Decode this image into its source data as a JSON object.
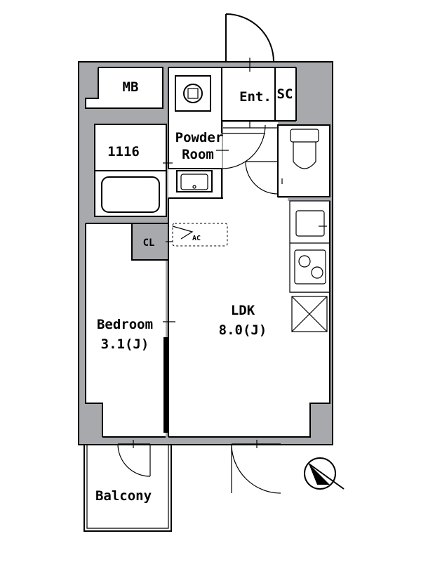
{
  "rooms": {
    "mb": "MB",
    "entrance": "Ent.",
    "sc": "SC",
    "powder_line1": "Powder",
    "powder_line2": "Room",
    "bath": "1116",
    "closet": "CL",
    "ac": "AC",
    "bedroom_name": "Bedroom",
    "bedroom_size": "3.1(J)",
    "ldk_name": "LDK",
    "ldk_size": "8.0(J)",
    "balcony": "Balcony"
  },
  "colors": {
    "wall": "#a7a9ac",
    "line": "#000000",
    "background": "#ffffff"
  },
  "icons": {
    "compass": "north-compass-icon",
    "toilet": "toilet-icon",
    "bathtub": "bathtub-icon",
    "washbasin": "washbasin-icon",
    "washing_machine": "washing-machine-pan-icon",
    "sink": "kitchen-sink-icon",
    "stove": "stove-icon",
    "refrigerator": "refrigerator-space-icon"
  }
}
